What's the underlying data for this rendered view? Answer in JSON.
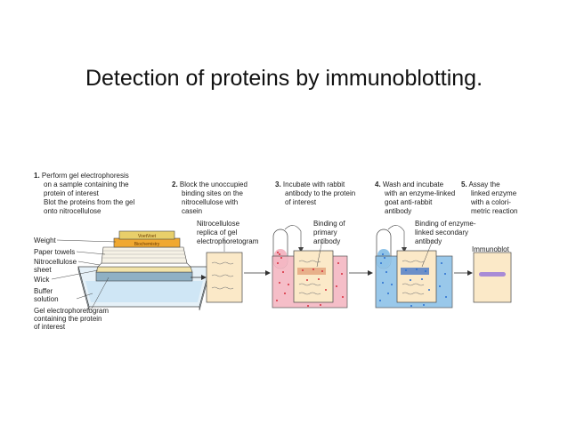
{
  "slide": {
    "title": "Detection of proteins by immunoblotting."
  },
  "steps": [
    {
      "num": "1.",
      "lines": [
        "Perform gel electrophoresis",
        "on a sample containing the",
        "protein of interest",
        "Blot the proteins from the gel",
        "onto nitrocellulose"
      ]
    },
    {
      "num": "2.",
      "lines": [
        "Block the unoccupied",
        "binding sites on the",
        "nitrocellulose with",
        "casein"
      ]
    },
    {
      "num": "3.",
      "lines": [
        "Incubate with rabbit",
        "antibody to the protein",
        "of interest"
      ]
    },
    {
      "num": "4.",
      "lines": [
        "Wash and incubate",
        "with an enzyme-linked",
        "goat anti-rabbit",
        "antibody"
      ]
    },
    {
      "num": "5.",
      "lines": [
        "Assay the",
        "linked enzyme",
        "with a colori-",
        "metric reaction"
      ]
    }
  ],
  "stack_labels": [
    "Weight",
    "Paper towels",
    "Nitrocellulose",
    "sheet",
    "Wick",
    "Buffer",
    "solution",
    "Gel electrophoretogram",
    "containing the protein",
    "of interest"
  ],
  "nitro_label": [
    "Nitrocellulose",
    "replica of gel",
    "electrophoretogram"
  ],
  "primary_label": [
    "Binding of",
    "primary",
    "antibody"
  ],
  "secondary_label": [
    "Binding of enzyme-",
    "linked secondary",
    "antibody"
  ],
  "immunoblot_label": "Immunoblot",
  "book_labels": {
    "top": "VoetVoet",
    "bottom": "Biochemistry"
  },
  "colors": {
    "pink_fluid": "#f4b7c3",
    "blue_fluid": "#8fc3e8",
    "paper": "#fbe9c8",
    "band": "#a88bd6",
    "red_dot": "#d62b3a",
    "blue_dot": "#2a6fd0"
  }
}
